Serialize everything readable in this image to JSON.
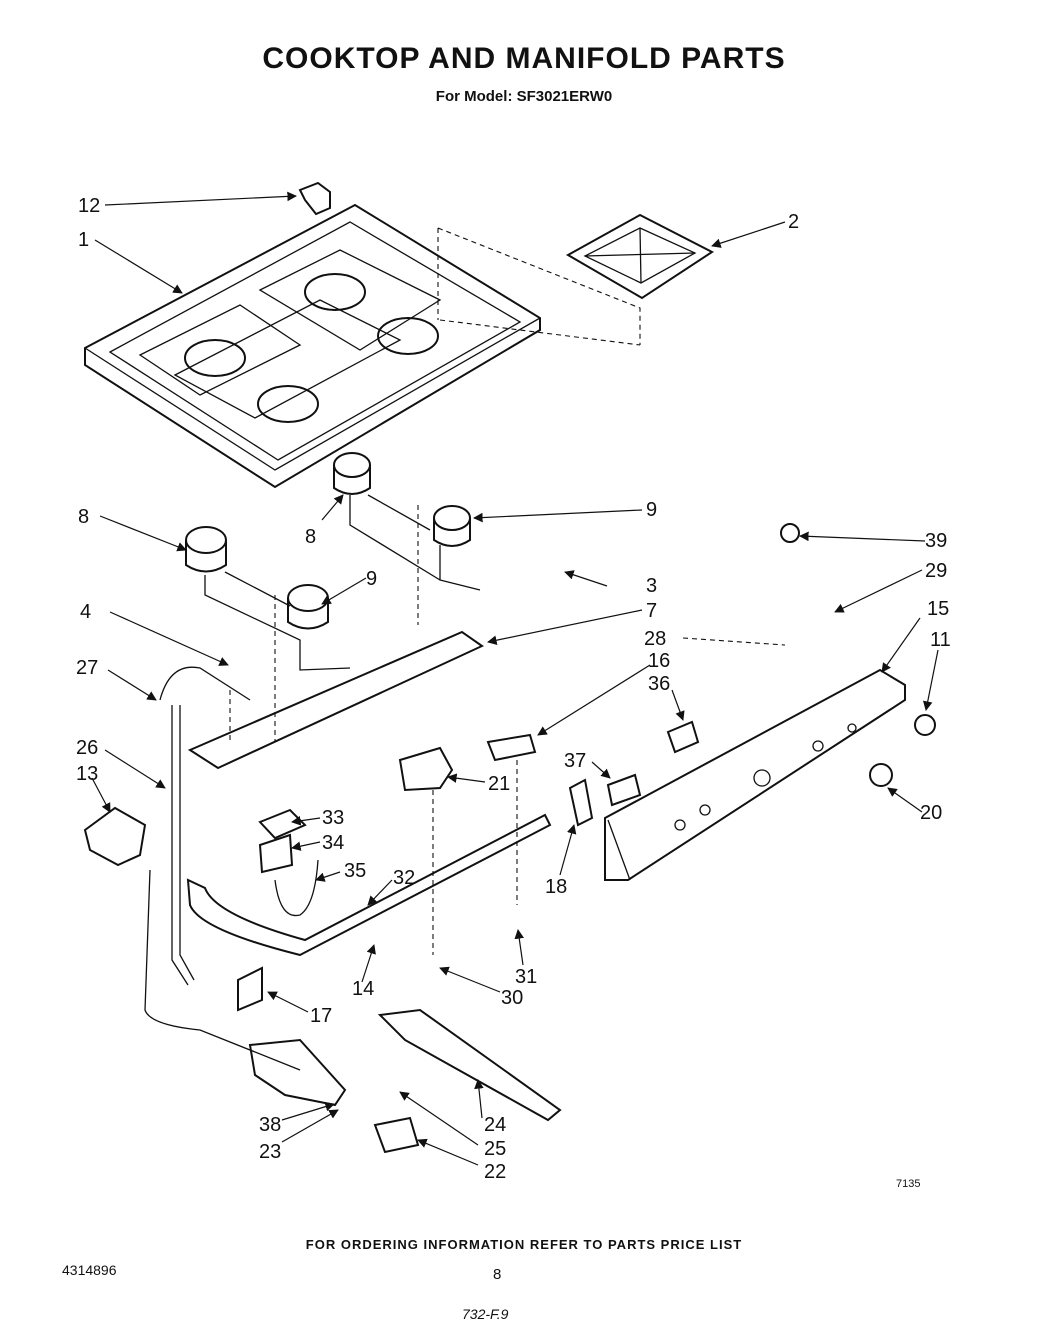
{
  "title": "COOKTOP  AND MANIFOLD PARTS",
  "subtitle": "For Model: SF3021ERW0",
  "footer_note": "FOR ORDERING INFORMATION REFER TO PARTS PRICE LIST",
  "doc_number": "4314896",
  "page_number": "8",
  "handwritten_mark": "732-F.9",
  "figure_code": "7135",
  "callouts": [
    "12",
    "1",
    "2",
    "8",
    "8",
    "9",
    "9",
    "3",
    "39",
    "29",
    "15",
    "11",
    "4",
    "7",
    "28",
    "16",
    "36",
    "27",
    "26",
    "13",
    "37",
    "20",
    "21",
    "33",
    "34",
    "35",
    "32",
    "18",
    "31",
    "30",
    "14",
    "17",
    "38",
    "23",
    "24",
    "25",
    "22"
  ]
}
